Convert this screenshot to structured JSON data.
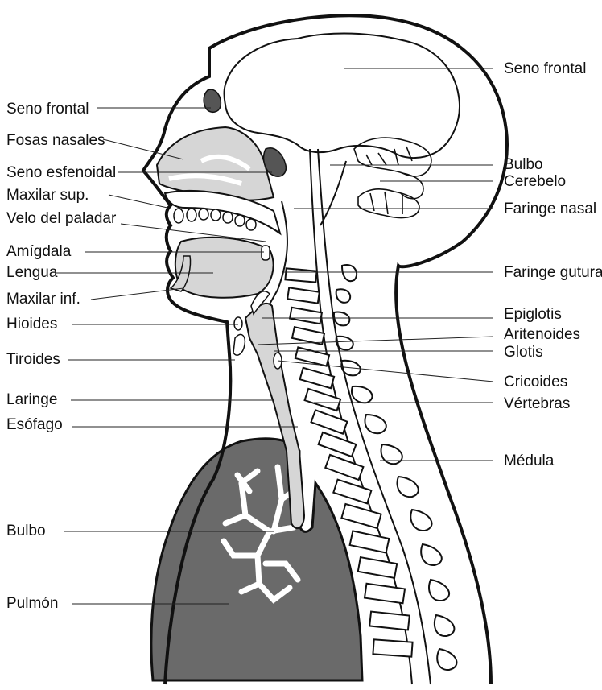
{
  "labels_left": [
    {
      "id": "seno-frontal-left",
      "text": "Seno frontal"
    },
    {
      "id": "fosas-nasales",
      "text": "Fosas nasales"
    },
    {
      "id": "seno-esfenoidal",
      "text": "Seno esfenoidal"
    },
    {
      "id": "maxilar-sup",
      "text": "Maxilar sup."
    },
    {
      "id": "velo-del-paladar",
      "text": "Velo del paladar"
    },
    {
      "id": "amigdala",
      "text": "Amígdala"
    },
    {
      "id": "lengua",
      "text": "Lengua"
    },
    {
      "id": "maxilar-inf",
      "text": "Maxilar inf."
    },
    {
      "id": "hioides",
      "text": "Hioides"
    },
    {
      "id": "tiroides",
      "text": "Tiroides"
    },
    {
      "id": "laringe",
      "text": "Laringe"
    },
    {
      "id": "esofago",
      "text": "Esófago"
    },
    {
      "id": "bulbo-left",
      "text": "Bulbo"
    },
    {
      "id": "pulmon",
      "text": "Pulmón"
    }
  ],
  "labels_right": [
    {
      "id": "seno-frontal-right",
      "text": "Seno frontal"
    },
    {
      "id": "bulbo-right",
      "text": "Bulbo"
    },
    {
      "id": "cerebelo",
      "text": "Cerebelo"
    },
    {
      "id": "faringe-nasal",
      "text": "Faringe nasal"
    },
    {
      "id": "faringe-gutural",
      "text": "Faringe gutural"
    },
    {
      "id": "epiglotis",
      "text": "Epiglotis"
    },
    {
      "id": "aritenoides",
      "text": "Aritenoides"
    },
    {
      "id": "glotis",
      "text": "Glotis"
    },
    {
      "id": "cricoides",
      "text": "Cricoides"
    },
    {
      "id": "vertebras",
      "text": "Vértebras"
    },
    {
      "id": "medula",
      "text": "Médula"
    }
  ]
}
